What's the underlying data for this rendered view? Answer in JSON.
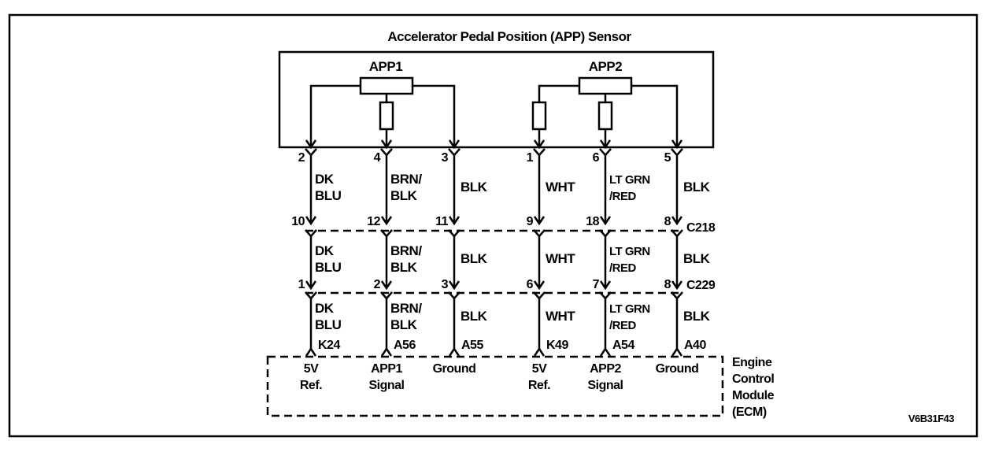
{
  "title": "Accelerator Pedal Position (APP) Sensor",
  "sensors": [
    {
      "label": "APP1"
    },
    {
      "label": "APP2"
    }
  ],
  "sensor_pins": [
    "2",
    "4",
    "3",
    "1",
    "6",
    "5"
  ],
  "wires_top": [
    {
      "line1": "DK",
      "line2": "BLU"
    },
    {
      "line1": "BRN/",
      "line2": "BLK"
    },
    {
      "line1": "BLK",
      "line2": ""
    },
    {
      "line1": "WHT",
      "line2": ""
    },
    {
      "line1": "LT GRN",
      "line2": "/RED"
    },
    {
      "line1": "BLK",
      "line2": ""
    }
  ],
  "c218": {
    "name": "C218",
    "pins": [
      "10",
      "12",
      "11",
      "9",
      "18",
      "8"
    ]
  },
  "wires_mid": [
    {
      "line1": "DK",
      "line2": "BLU"
    },
    {
      "line1": "BRN/",
      "line2": "BLK"
    },
    {
      "line1": "BLK",
      "line2": ""
    },
    {
      "line1": "WHT",
      "line2": ""
    },
    {
      "line1": "LT GRN",
      "line2": "/RED"
    },
    {
      "line1": "BLK",
      "line2": ""
    }
  ],
  "c229": {
    "name": "C229",
    "pins": [
      "1",
      "2",
      "3",
      "6",
      "7",
      "8"
    ]
  },
  "wires_bot": [
    {
      "line1": "DK",
      "line2": "BLU"
    },
    {
      "line1": "BRN/",
      "line2": "BLK"
    },
    {
      "line1": "BLK",
      "line2": ""
    },
    {
      "line1": "WHT",
      "line2": ""
    },
    {
      "line1": "LT GRN",
      "line2": "/RED"
    },
    {
      "line1": "BLK",
      "line2": ""
    }
  ],
  "ecm_pins": [
    "K24",
    "A56",
    "A55",
    "K49",
    "A54",
    "A40"
  ],
  "ecm_functions": [
    {
      "line1": "5V",
      "line2": "Ref."
    },
    {
      "line1": "APP1",
      "line2": "Signal"
    },
    {
      "line1": "Ground",
      "line2": ""
    },
    {
      "line1": "5V",
      "line2": "Ref."
    },
    {
      "line1": "APP2",
      "line2": "Signal"
    },
    {
      "line1": "Ground",
      "line2": ""
    }
  ],
  "ecm_label": [
    "Engine",
    "Control",
    "Module",
    "(ECM)"
  ],
  "figure_code": "V6B31F43"
}
